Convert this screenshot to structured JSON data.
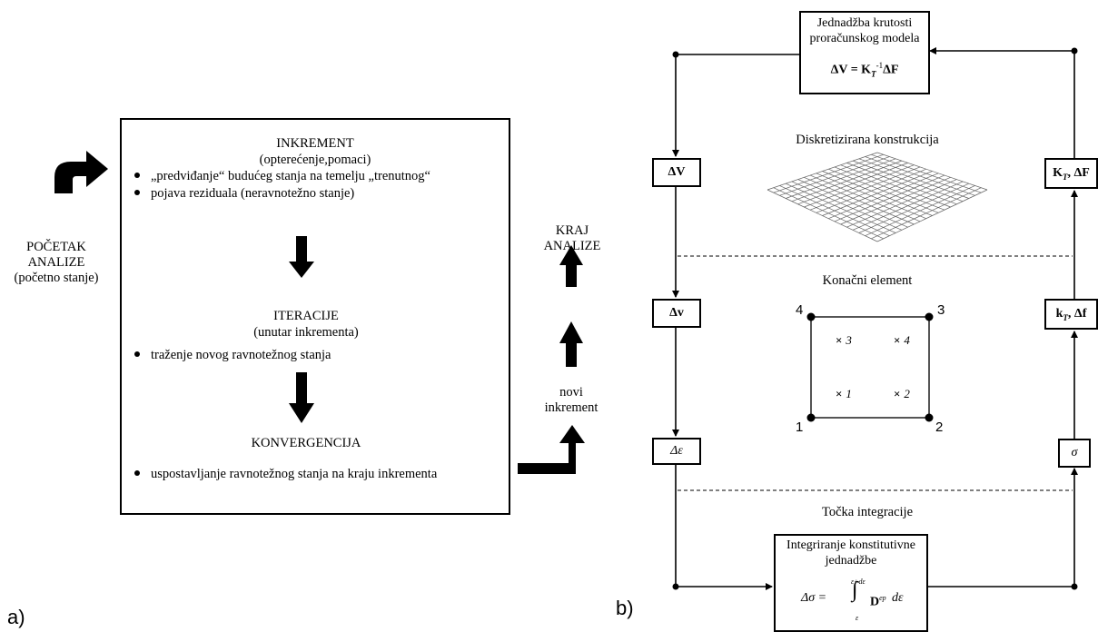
{
  "panel_a": {
    "label": "a)",
    "start": {
      "line1": "POČETAK",
      "line2": "ANALIZE",
      "line3": "(početno stanje)"
    },
    "increment": {
      "title": "INKREMENT",
      "subtitle": "(opterećenje,pomaci)",
      "bullets": [
        "„predviđanje“ budućeg stanja na temelju „trenutnog“",
        "pojava reziduala (neravnotežno stanje)"
      ]
    },
    "iterations": {
      "title": "ITERACIJE",
      "subtitle": "(unutar inkrementa)",
      "bullets": [
        "traženje novog ravnotežnog stanja"
      ]
    },
    "convergence": {
      "title": "KONVERGENCIJA",
      "bullets": [
        "uspostavljanje ravnotežnog stanja na kraju inkrementa"
      ]
    },
    "end": {
      "line1": "KRAJ",
      "line2": "ANALIZE"
    },
    "new_increment": {
      "line1": "novi",
      "line2": "inkrement"
    }
  },
  "panel_b": {
    "label": "b)",
    "top_box": {
      "line1": "Jednadžba krutosti",
      "line2": "proračunskog modela",
      "equation": "ΔV = K",
      "eq_sub": "T",
      "eq_sup": "-1",
      "eq_tail": "ΔF"
    },
    "discretized_label": "Diskretizirana konstrukcija",
    "finite_element_label": "Konačni element",
    "integration_point_label": "Točka integracije",
    "bottom_box": {
      "line1": "Integriranje konstitutivne",
      "line2": "jednadžbe",
      "equation_lhs": "Δσ =",
      "integral": "∫",
      "upper": "ε+dε",
      "lower": "ε",
      "integrand": "D",
      "integrand_sup": "ep",
      "tail": "dε"
    },
    "left_boxes": [
      "ΔV",
      "Δv",
      "Δε"
    ],
    "right_boxes": {
      "top": "K",
      "top_sub": "T",
      "top_tail": ", ΔF",
      "mid": "k",
      "mid_sub": "T",
      "mid_tail": ", Δf",
      "bottom": "σ"
    },
    "element_nodes": [
      "1",
      "2",
      "3",
      "4"
    ],
    "gauss_points": [
      "1",
      "2",
      "3",
      "4"
    ]
  }
}
